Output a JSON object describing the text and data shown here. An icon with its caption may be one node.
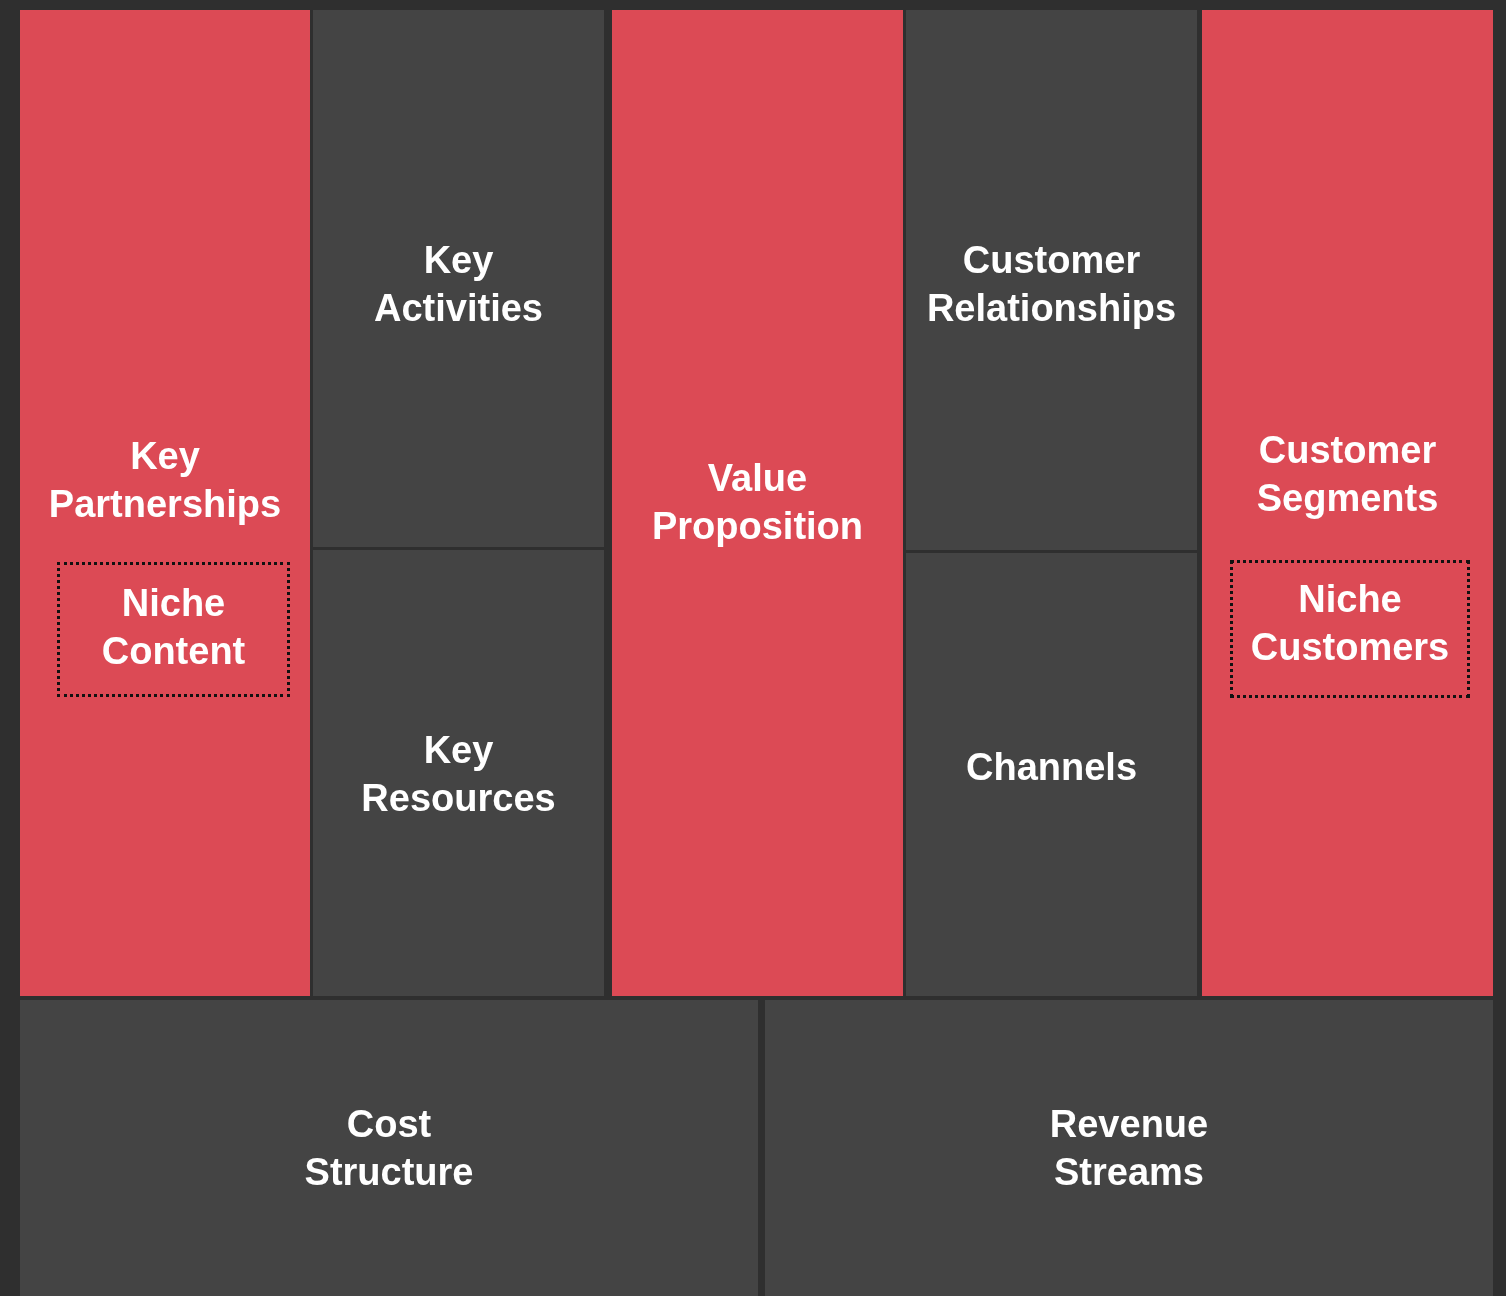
{
  "diagram": {
    "nodes": [
      {
        "text": [
          "Key Partnerships"
        ]
      },
      {
        "text": [
          "Niche Content"
        ],
        "in": 0
      },
      {
        "text": [
          "Key Activities"
        ]
      },
      {
        "text": [
          "Key Resources"
        ]
      },
      {
        "text": [
          "Value Proposition"
        ]
      },
      {
        "text": [
          "Customer Relationships"
        ]
      },
      {
        "text": [
          "Channels"
        ]
      },
      {
        "text": [
          "Customer Segments"
        ]
      },
      {
        "text": [
          "Niche Customers"
        ],
        "in": 7
      },
      {
        "text": [
          "Cost Structure"
        ]
      },
      {
        "text": [
          "Revenue Streams"
        ]
      }
    ]
  }
}
